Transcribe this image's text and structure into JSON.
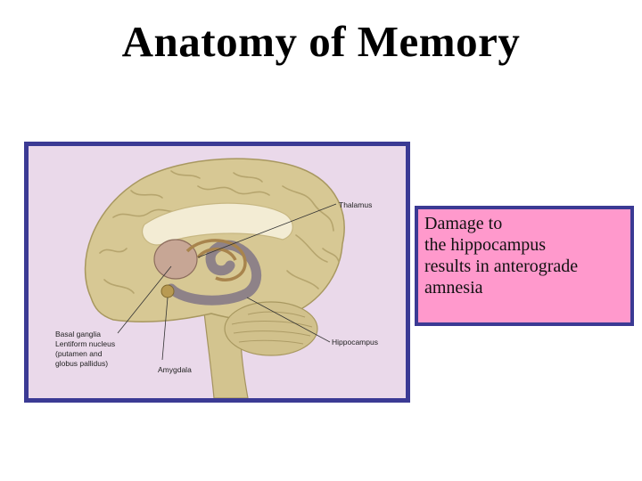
{
  "slide": {
    "title": "Anatomy of Memory"
  },
  "figure": {
    "labels": {
      "thalamus": "Thalamus",
      "basal_ganglia_line1": "Basal ganglia",
      "basal_ganglia_line2": "Lentiform nucleus",
      "basal_ganglia_line3": "(putamen and",
      "basal_ganglia_line4": "globus pallidus)",
      "amygdala": "Amygdala",
      "hippocampus": "Hippocampus"
    },
    "colors": {
      "frame_border": "#3b3a94",
      "background": "#ead9ea",
      "cortex": "#d7c894",
      "hippocampus": "#8e8288"
    }
  },
  "callout": {
    "lines": [
      "Damage to",
      "the hippocampus",
      "results in anterograde",
      "amnesia"
    ],
    "background": "#ff99cc"
  }
}
